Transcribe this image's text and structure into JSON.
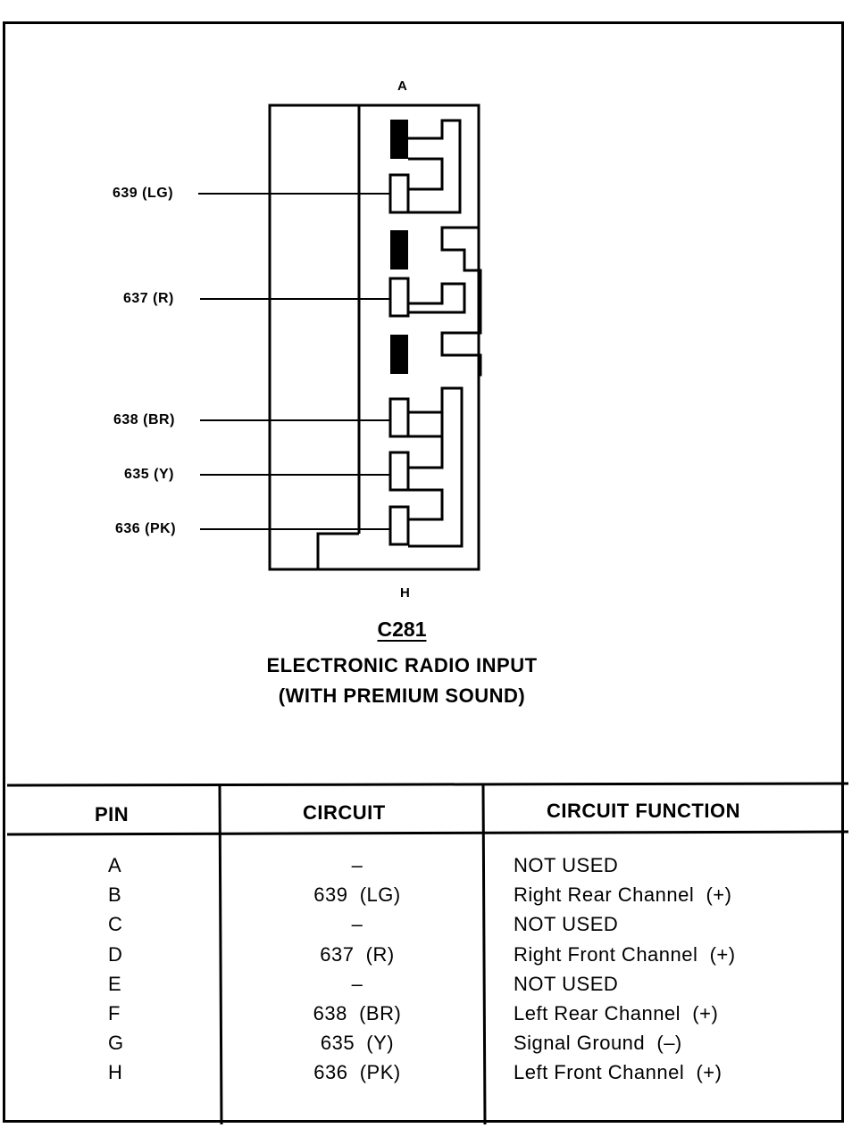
{
  "connector": {
    "end_label_top": "A",
    "end_label_bottom": "H",
    "wire_labels": [
      "639 (LG)",
      "637 (R)",
      "638 (BR)",
      "635 (Y)",
      "636 (PK)"
    ],
    "code": "C281",
    "title_line1": "ELECTRONIC RADIO INPUT",
    "title_line2": "(WITH PREMIUM SOUND)"
  },
  "table": {
    "headers": {
      "pin": "PIN",
      "circuit": "CIRCUIT",
      "function": "CIRCUIT FUNCTION"
    },
    "rows": [
      {
        "pin": "A",
        "circuit": "–",
        "function": "NOT USED"
      },
      {
        "pin": "B",
        "circuit": "639  (LG)",
        "function": "Right Rear Channel  (+)"
      },
      {
        "pin": "C",
        "circuit": "–",
        "function": "NOT USED"
      },
      {
        "pin": "D",
        "circuit": "637  (R)",
        "function": "Right Front Channel  (+)"
      },
      {
        "pin": "E",
        "circuit": "–",
        "function": "NOT USED"
      },
      {
        "pin": "F",
        "circuit": "638  (BR)",
        "function": "Left Rear Channel  (+)"
      },
      {
        "pin": "G",
        "circuit": "635  (Y)",
        "function": "Signal Ground  (–)"
      },
      {
        "pin": "H",
        "circuit": "636  (PK)",
        "function": "Left Front Channel  (+)"
      }
    ]
  }
}
